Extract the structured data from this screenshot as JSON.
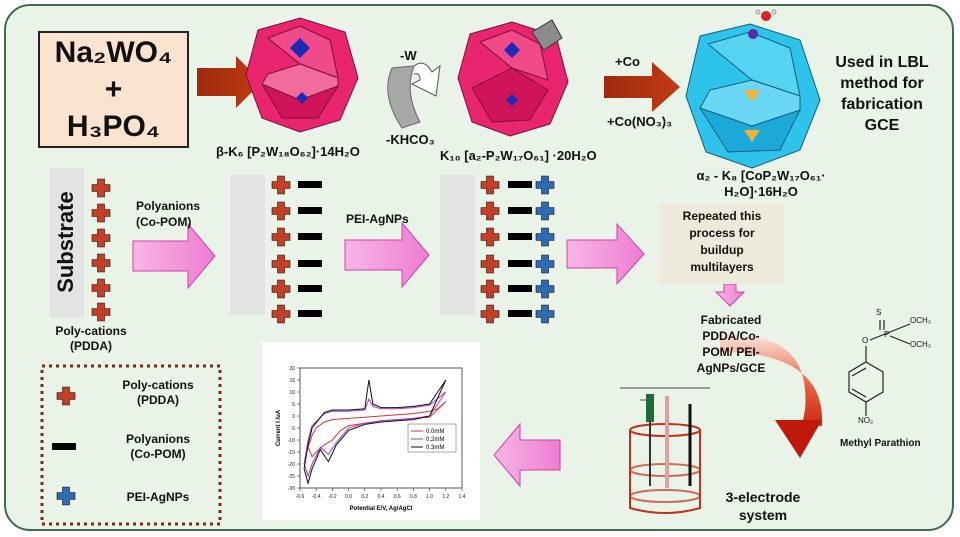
{
  "reactants": {
    "line1": "Na₂WO₄",
    "line2": "+",
    "line3": "H₃PO₄"
  },
  "step1": {
    "below_arrow": "-W",
    "below_ring": "-KHCO₃"
  },
  "step2": {
    "above_arrow": "+Co",
    "below_arrow": "+Co(NO₃)₃"
  },
  "labels": {
    "beta_k6": "β-K₆ [P₂W₁₈O₆₂]·14H₂O",
    "k10": "K₁₀ [a₂-P₂W₁₇O₆₁] ·20H₂O",
    "alpha2_line1": "α₂ - K₈ [CoP₂W₁₇O₆₁·",
    "alpha2_line2": "H₂O]·16H₂O"
  },
  "used_in": [
    "Used in LBL",
    "method for",
    "fabrication",
    "GCE"
  ],
  "substrate_label": "Substrate",
  "polycations_label": [
    "Poly-cations",
    "(PDDA)"
  ],
  "polyanions_step": [
    "Polyanions",
    "(Co-POM)"
  ],
  "pei_step": "PEI-AgNPs",
  "repeated": [
    "Repeated this",
    "process for",
    "buildup",
    "multilayers"
  ],
  "fabricated": [
    "Fabricated",
    "PDDA/Co-",
    "POM/ PEI-",
    "AgNPs/GCE"
  ],
  "three_electrode": [
    "3-electrode",
    "system"
  ],
  "legend": [
    {
      "name": "poly-cations",
      "label": [
        "Poly-cations",
        "(PDDA)"
      ],
      "color": "#c0402a"
    },
    {
      "name": "polyanions",
      "label": [
        "Polyanions",
        "(Co-POM)"
      ],
      "color": "#000000"
    },
    {
      "name": "pei-agnps",
      "label": [
        "PEI-AgNPs"
      ],
      "color": "#2a6db5"
    }
  ],
  "molecule": {
    "name": "Methyl Parathion",
    "s": "S",
    "och3_a": "OCH₃",
    "och3_b": "OCH₃",
    "p": "P",
    "o": "O",
    "no2": "NO₂"
  },
  "chart_data": {
    "type": "line",
    "xlabel": "Potential E/V, Ag/AgCl",
    "ylabel": "Current I /uA",
    "xlim": [
      -0.6,
      1.4
    ],
    "ylim": [
      -30,
      20
    ],
    "x_ticks": [
      "-0.6",
      "-0.4",
      "-0.2",
      "0.0",
      "0.2",
      "0.4",
      "0.6",
      "0.8",
      "1.0",
      "1.2",
      "1.4"
    ],
    "y_ticks": [
      "20",
      "15",
      "10",
      "5",
      "0",
      "-5",
      "-10",
      "-15",
      "-20",
      "-25",
      "-30"
    ],
    "legend_position": "lower-right",
    "series": [
      {
        "name": "0.0mM",
        "color": "#e03030",
        "upper": [
          [
            -0.5,
            -13
          ],
          [
            -0.45,
            -8
          ],
          [
            -0.4,
            -5
          ],
          [
            -0.3,
            -2.5
          ],
          [
            -0.2,
            -1.5
          ],
          [
            0.0,
            -1
          ],
          [
            0.2,
            -0.5
          ],
          [
            0.4,
            0
          ],
          [
            0.6,
            0.5
          ],
          [
            0.8,
            1
          ],
          [
            1.0,
            2
          ],
          [
            1.1,
            3
          ],
          [
            1.2,
            6
          ]
        ],
        "lower": [
          [
            -0.5,
            -13
          ],
          [
            -0.45,
            -17
          ],
          [
            -0.4,
            -15
          ],
          [
            -0.3,
            -12
          ],
          [
            -0.2,
            -10
          ],
          [
            -0.1,
            -6
          ],
          [
            0.0,
            -4
          ],
          [
            0.2,
            -3
          ],
          [
            0.4,
            -2
          ],
          [
            0.6,
            -1.5
          ],
          [
            0.8,
            -1
          ],
          [
            1.0,
            -0.5
          ],
          [
            1.2,
            6
          ]
        ]
      },
      {
        "name": "0.2mM",
        "color": "#a040c0",
        "upper": [
          [
            -0.55,
            -20
          ],
          [
            -0.5,
            -10
          ],
          [
            -0.45,
            -4
          ],
          [
            -0.3,
            1
          ],
          [
            -0.2,
            2
          ],
          [
            0.0,
            2
          ],
          [
            0.2,
            2.5
          ],
          [
            0.25,
            7
          ],
          [
            0.3,
            4
          ],
          [
            0.4,
            3
          ],
          [
            0.6,
            3
          ],
          [
            0.8,
            3.5
          ],
          [
            1.0,
            4.5
          ],
          [
            1.2,
            10
          ]
        ],
        "lower": [
          [
            -0.55,
            -20
          ],
          [
            -0.5,
            -25
          ],
          [
            -0.45,
            -20
          ],
          [
            -0.35,
            -13
          ],
          [
            -0.25,
            -16
          ],
          [
            -0.15,
            -11
          ],
          [
            0.0,
            -5
          ],
          [
            0.2,
            -3
          ],
          [
            0.4,
            -2
          ],
          [
            0.6,
            -1.5
          ],
          [
            0.8,
            -1
          ],
          [
            1.0,
            0
          ],
          [
            1.2,
            10
          ]
        ]
      },
      {
        "name": "0.3mM",
        "color": "#111111",
        "upper": [
          [
            -0.55,
            -22
          ],
          [
            -0.5,
            -12
          ],
          [
            -0.45,
            -5
          ],
          [
            -0.3,
            1.5
          ],
          [
            -0.2,
            2.5
          ],
          [
            0.0,
            2.5
          ],
          [
            0.2,
            3
          ],
          [
            0.25,
            15
          ],
          [
            0.3,
            5
          ],
          [
            0.4,
            3.5
          ],
          [
            0.6,
            3.5
          ],
          [
            0.8,
            4
          ],
          [
            1.0,
            5
          ],
          [
            1.2,
            15
          ]
        ],
        "lower": [
          [
            -0.55,
            -22
          ],
          [
            -0.5,
            -28
          ],
          [
            -0.45,
            -22
          ],
          [
            -0.35,
            -14
          ],
          [
            -0.25,
            -19
          ],
          [
            -0.15,
            -12
          ],
          [
            0.0,
            -6
          ],
          [
            0.2,
            -3.5
          ],
          [
            0.4,
            -2.5
          ],
          [
            0.6,
            -2
          ],
          [
            0.8,
            -1.5
          ],
          [
            1.0,
            0
          ],
          [
            1.2,
            15
          ]
        ]
      }
    ]
  }
}
